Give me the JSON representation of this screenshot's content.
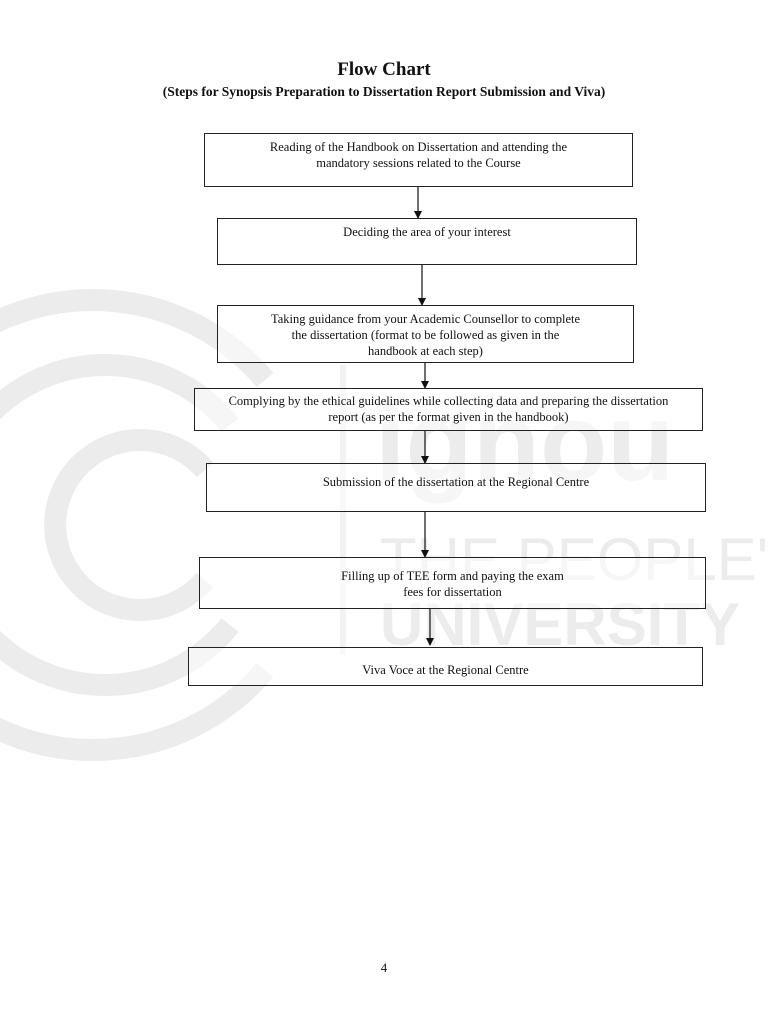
{
  "header": {
    "title": "Flow Chart",
    "subtitle": "(Steps for Synopsis Preparation to Dissertation Report Submission and Viva)"
  },
  "steps": [
    {
      "text": "Reading of the Handbook on Dissertation and attending the\nmandatory sessions related to the Course"
    },
    {
      "text": "Deciding the area of your interest"
    },
    {
      "text": "Taking guidance from your Academic Counsellor to complete\nthe dissertation (format to be followed as given in the\nhandbook at each step)"
    },
    {
      "text": "Complying by the ethical guidelines while collecting data and preparing the dissertation\nreport (as per the format given in the handbook)"
    },
    {
      "text": "Submission of the dissertation at the Regional Centre"
    },
    {
      "text": "Filling up of TEE form and paying the exam\nfees for dissertation"
    },
    {
      "text": "Viva Voce at the Regional Centre"
    }
  ],
  "watermark": {
    "brand": "ignou",
    "tagline_1": "THE PEOPLE'S",
    "tagline_2": "UNIVERSITY"
  },
  "footer": {
    "page_number": "4"
  }
}
